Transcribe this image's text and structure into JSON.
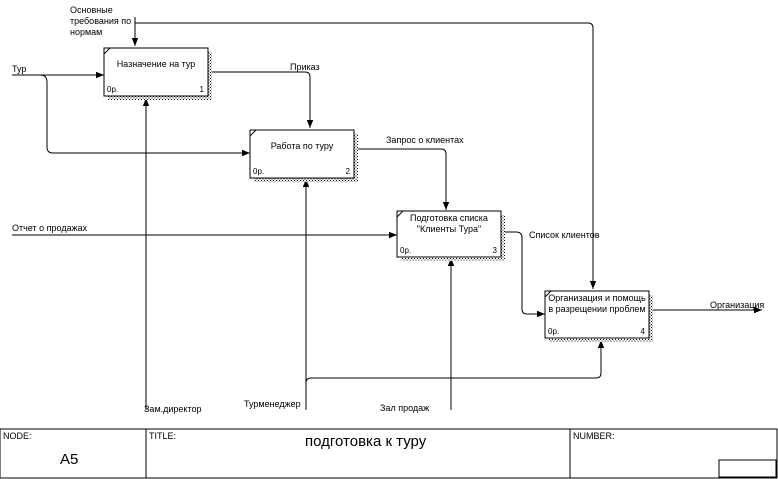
{
  "activities": [
    {
      "id": "box-1",
      "title": [
        "Назначение на тур"
      ],
      "cost": "0р.",
      "number": "1"
    },
    {
      "id": "box-2",
      "title": [
        "Работа по туру"
      ],
      "cost": "0р.",
      "number": "2"
    },
    {
      "id": "box-3",
      "title": [
        "Подготовка списка",
        "\"Клиенты Тура\""
      ],
      "cost": "0р.",
      "number": "3"
    },
    {
      "id": "box-4",
      "title": [
        "Организация и помощь",
        "в разрещении проблем"
      ],
      "cost": "0р.",
      "number": "4"
    }
  ],
  "arrow_labels": {
    "norms": [
      "Основные",
      "требования по",
      "нормам"
    ],
    "tour": "Тур",
    "order": "Приказ",
    "client_request": "Запрос о клиентах",
    "sales_report": "Отчет о продажах",
    "client_list": "Список клиентов",
    "organization": "Организация",
    "deputy_director": "Зам.директор",
    "tour_manager": "Турменеджер",
    "sales_hall": "Зал продаж"
  },
  "footer": {
    "node_label": "NODE:",
    "node_value": "A5",
    "title_label": "TITLE:",
    "title_value": "подготовка к туру",
    "number_label": "NUMBER:"
  }
}
